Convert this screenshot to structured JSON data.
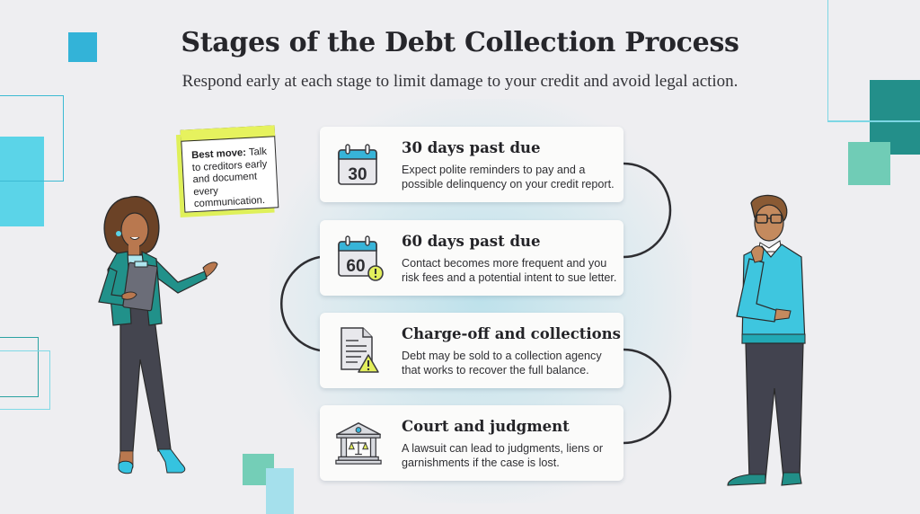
{
  "header": {
    "title": "Stages of the Debt Collection Process",
    "subtitle": "Respond early at each stage to limit damage to your credit and avoid legal action."
  },
  "tip_note": {
    "label": "Best move:",
    "text": " Talk to creditors early and document every communication."
  },
  "stages": [
    {
      "icon": "calendar-30-icon",
      "icon_number": "30",
      "title": "30 days past due",
      "description": "Expect polite reminders to pay and a possible delinquency on your credit report."
    },
    {
      "icon": "calendar-60-warning-icon",
      "icon_number": "60",
      "title": "60 days past due",
      "description": "Contact becomes more frequent and you risk fees and a potential intent to sue letter."
    },
    {
      "icon": "document-warning-icon",
      "title": "Charge-off and collections",
      "description": "Debt may be sold to a collection agency that works to recover the full balance."
    },
    {
      "icon": "courthouse-scales-icon",
      "title": "Court and judgment",
      "description": "A lawsuit can lead to judgments, liens or garnishments if the case is lost."
    }
  ],
  "colors": {
    "background": "#eeeef1",
    "accent_teal": "#238f8a",
    "accent_cyan": "#3dbde0",
    "accent_mint": "#6fcbb5",
    "note_yellow": "#e6f25e",
    "warning_yellow": "#e3ef5c"
  }
}
